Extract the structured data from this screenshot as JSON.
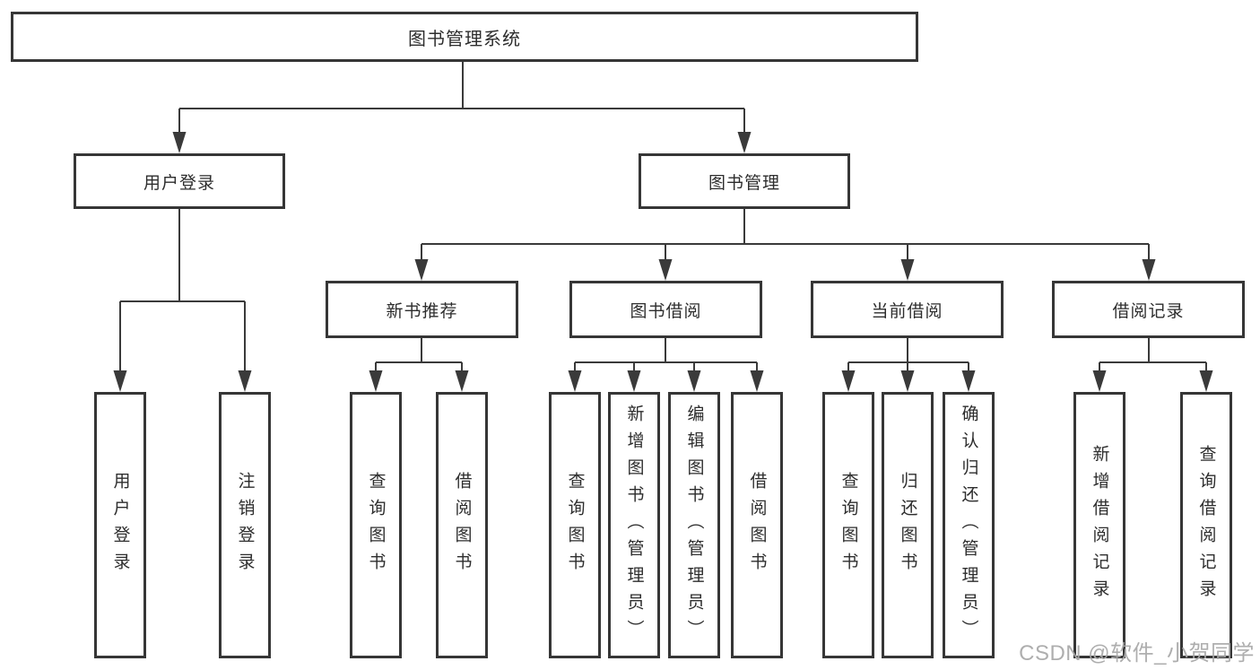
{
  "diagram": {
    "title": "图书管理系统",
    "level2": [
      {
        "label": "用户登录"
      },
      {
        "label": "图书管理"
      }
    ],
    "level3": [
      {
        "label": "新书推荐"
      },
      {
        "label": "图书借阅"
      },
      {
        "label": "当前借阅"
      },
      {
        "label": "借阅记录"
      }
    ],
    "leaves": {
      "user_login": [
        "用户登录",
        "注销登录"
      ],
      "new_book": [
        "查询图书",
        "借阅图书"
      ],
      "book_borrow": [
        "查询图书",
        "新增图书（管理员）",
        "编辑图书（管理员）",
        "借阅图书"
      ],
      "current_borrow": [
        "查询图书",
        "归还图书",
        "确认归还（管理员）"
      ],
      "borrow_records": [
        "新增借阅记录",
        "查询借阅记录"
      ]
    },
    "colors": {
      "border": "#363636",
      "line": "#3a3a3a",
      "text": "#2d2d2d",
      "watermark": "#a8a8a8"
    }
  },
  "watermark": {
    "text": "CSDN @软件_小贺同学"
  }
}
